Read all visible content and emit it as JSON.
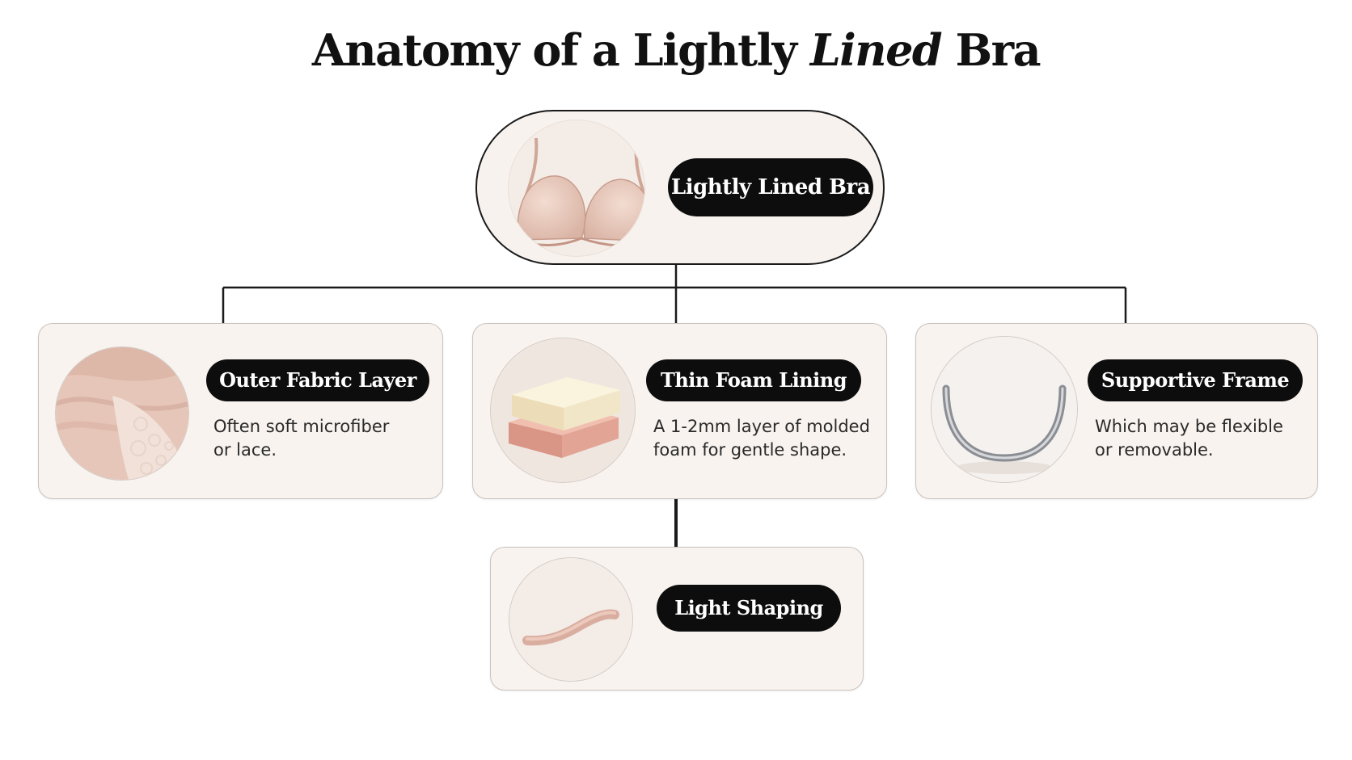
{
  "title": {
    "prefix": "Anatomy of a Lightly ",
    "italic": "Lined",
    "suffix": " Bra"
  },
  "root": {
    "label": "Lightly Lined Bra",
    "icon": "bra-icon"
  },
  "components": {
    "outer_fabric": {
      "label": "Outer Fabric Layer",
      "description": "Often soft microfiber\nor lace.",
      "icon": "fabric-lace-icon"
    },
    "foam_lining": {
      "label": "Thin Foam Lining",
      "description": "A 1-2mm layer of molded\nfoam for gentle shape.",
      "icon": "foam-pad-icon"
    },
    "supportive_frame": {
      "label": "Supportive Frame",
      "description": "Which may be flexible\nor removable.",
      "icon": "underwire-icon"
    },
    "light_shaping": {
      "label": "Light Shaping",
      "icon": "shaping-curve-icon"
    }
  },
  "colors": {
    "pill": "#0d0d0d",
    "card": "#f8f3ef",
    "border": "#c9c3bf",
    "nude": "#e8c9bc",
    "connector": "#1a1a1a"
  }
}
